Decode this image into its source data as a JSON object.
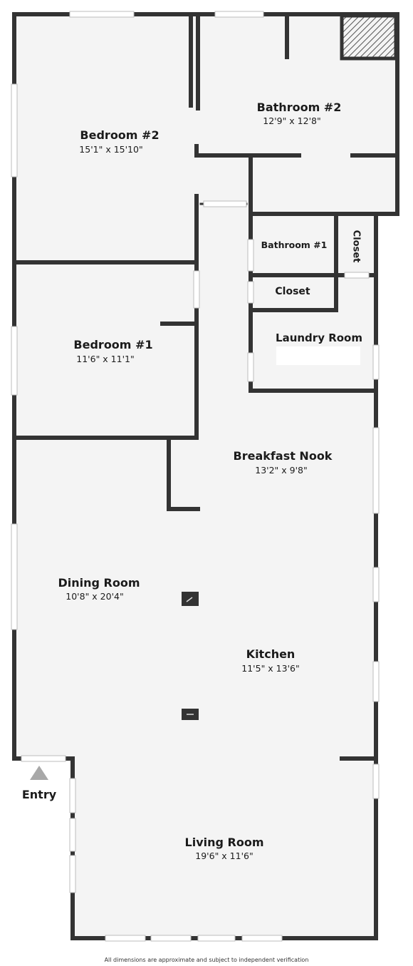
{
  "rooms": {
    "bedroom2": {
      "name": "Bedroom #2",
      "dims": "15'1\" x 15'10\""
    },
    "bathroom2": {
      "name": "Bathroom #2",
      "dims": "12'9\" x 12'8\""
    },
    "bathroom1": {
      "name": "Bathroom #1"
    },
    "closet_vertical": {
      "name": "Closet"
    },
    "closet": {
      "name": "Closet"
    },
    "laundry": {
      "name": "Laundry Room"
    },
    "bedroom1": {
      "name": "Bedroom #1",
      "dims": "11'6\" x 11'1\""
    },
    "breakfast": {
      "name": "Breakfast Nook",
      "dims": "13'2\" x 9'8\""
    },
    "dining": {
      "name": "Dining Room",
      "dims": "10'8\" x 20'4\""
    },
    "kitchen": {
      "name": "Kitchen",
      "dims": "11'5\" x 13'6\""
    },
    "living": {
      "name": "Living Room",
      "dims": "19'6\" x 11'6\""
    }
  },
  "entry": {
    "label": "Entry"
  },
  "footer": "All dimensions are approximate and subject to independent verification",
  "colors": {
    "wall": "#333333",
    "floor": "#f4f4f4",
    "window": "#ffffff",
    "entry_arrow": "#a8a8a8"
  }
}
